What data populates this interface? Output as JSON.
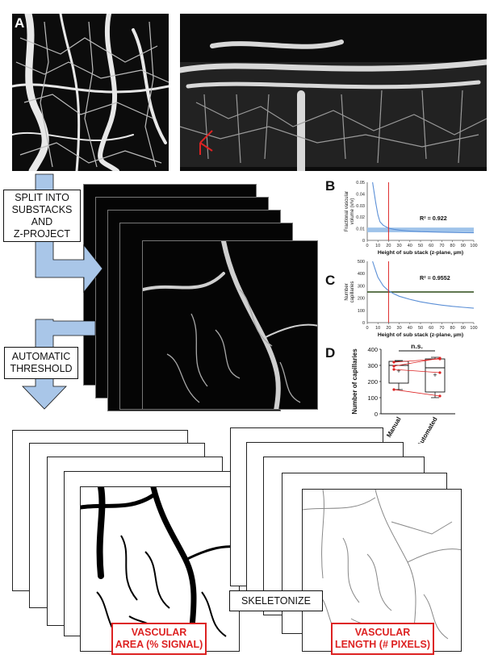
{
  "panels": {
    "a": "A",
    "b": "B",
    "c": "C",
    "d": "D"
  },
  "steps": {
    "split": [
      "SPLIT INTO",
      "SUBSTACKS AND",
      "Z-PROJECT"
    ],
    "threshold": [
      "AUTOMATIC",
      "THRESHOLD"
    ],
    "skeletonize": "SKELETONIZE"
  },
  "outputs": {
    "area": [
      "VASCULAR",
      "AREA (% SIGNAL)"
    ],
    "length": [
      "VASCULAR",
      "LENGTH (# PIXELS)"
    ]
  },
  "colors": {
    "arrow": "#a9c6e8",
    "accent_red": "#dd2222",
    "curve": "#5b8fd6",
    "band": "#9fc3ea",
    "hline_c": "#2b4a16"
  },
  "chart_data": [
    {
      "type": "line",
      "panel": "B",
      "xlabel": "Height of sub stack (z-plane, µm)",
      "ylabel": "Fractional vascular volume (v/v)",
      "xlim": [
        0,
        100
      ],
      "ylim": [
        0,
        0.05
      ],
      "xticks": [
        0,
        10,
        20,
        30,
        40,
        50,
        60,
        70,
        80,
        90,
        100
      ],
      "yticks": [
        0,
        0.01,
        0.02,
        0.03,
        0.04,
        0.05
      ],
      "ytick_labels": [
        "0",
        "0.01",
        "0.02",
        "0.03",
        "0.04",
        "0.05"
      ],
      "annotation": "R² = 0.922",
      "vline_x": 20,
      "band": [
        0.007,
        0.011
      ],
      "series": [
        {
          "x": [
            5,
            8,
            10,
            12,
            15,
            20,
            25,
            30,
            40,
            50,
            60,
            70,
            80,
            90,
            100
          ],
          "y": [
            0.05,
            0.032,
            0.022,
            0.016,
            0.013,
            0.0105,
            0.0095,
            0.0088,
            0.008,
            0.0075,
            0.0072,
            0.007,
            0.0068,
            0.0066,
            0.0065
          ]
        }
      ]
    },
    {
      "type": "line",
      "panel": "C",
      "xlabel": "Height of sub stack (z-plane, µm)",
      "ylabel": "Number capillaries",
      "xlim": [
        0,
        100
      ],
      "ylim": [
        0,
        500
      ],
      "xticks": [
        0,
        10,
        20,
        30,
        40,
        50,
        60,
        70,
        80,
        90,
        100
      ],
      "yticks": [
        0,
        100,
        200,
        300,
        400,
        500
      ],
      "annotation": "R² = 0.9552",
      "vline_x": 20,
      "hline_y": 250,
      "series": [
        {
          "x": [
            5,
            8,
            10,
            15,
            20,
            25,
            30,
            40,
            50,
            60,
            70,
            80,
            90,
            100
          ],
          "y": [
            500,
            420,
            370,
            300,
            260,
            235,
            215,
            190,
            170,
            155,
            143,
            133,
            125,
            118
          ]
        }
      ]
    },
    {
      "type": "box",
      "panel": "D",
      "ylabel": "Number of capillaries",
      "ylim": [
        0,
        400
      ],
      "yticks": [
        0,
        100,
        200,
        300,
        400
      ],
      "categories": [
        "Manual",
        "Automated"
      ],
      "annotation": "n.s.",
      "boxes": [
        {
          "min": 150,
          "q1": 190,
          "median": 300,
          "q3": 325,
          "max": 330,
          "mean": 265
        },
        {
          "min": 100,
          "q1": 135,
          "median": 285,
          "q3": 340,
          "max": 350,
          "mean": 240
        }
      ],
      "pairs": [
        [
          320,
          340
        ],
        [
          295,
          345
        ],
        [
          275,
          255
        ],
        [
          150,
          110
        ]
      ]
    }
  ]
}
